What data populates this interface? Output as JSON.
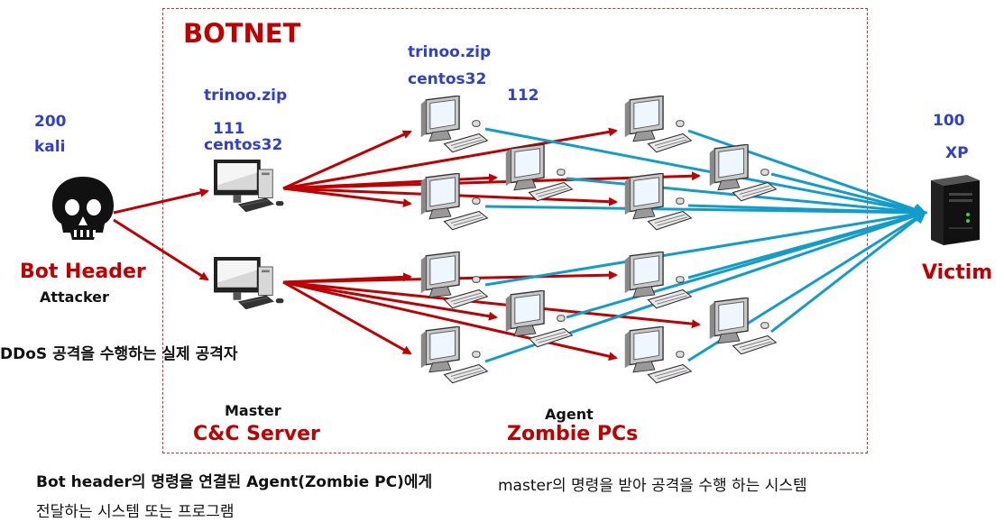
{
  "title": "BOTNET",
  "attacker": {
    "number": "200",
    "os": "kali",
    "role": "Bot Header",
    "sub": "Attacker",
    "description": "DDoS 공격을 수행하는 실제 공격자"
  },
  "master": {
    "file": "trinoo.zip",
    "number": "111",
    "os": "centos32",
    "label": "Master",
    "role": "C&C Server",
    "description_line1": "Bot header의 명령을 연결된 Agent(Zombie PC)에게",
    "description_line2": "전달하는 시스템 또는 프로그램"
  },
  "agent": {
    "file": "trinoo.zip",
    "os": "centos32",
    "number": "112",
    "label": "Agent",
    "role": "Zombie PCs",
    "description": "master의 명령을 받아 공격을 수행 하는 시스템"
  },
  "victim": {
    "number": "100",
    "os": "XP",
    "role": "Victim"
  },
  "colors": {
    "red_arrow": "#c00000",
    "blue_arrow": "#129ccc",
    "label_blue": "#3040c8"
  }
}
